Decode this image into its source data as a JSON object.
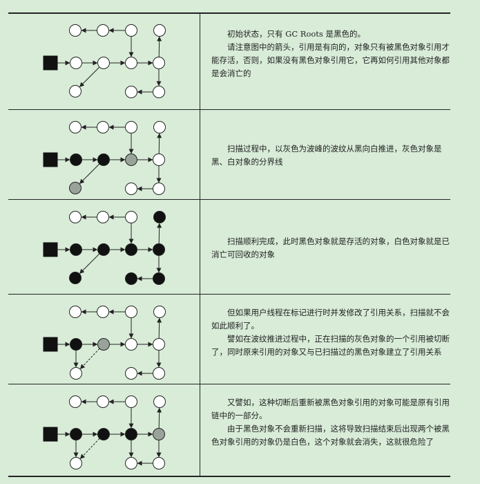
{
  "rows": [
    {
      "paragraphs": [
        "初始状态，只有 GC Roots 是黑色的。",
        "请注意图中的箭头，引用是有向的，对象只有被黑色对象引用才能存活，否则，如果没有黑色对象引用它，它再如何引用其他对象都是会消亡的"
      ]
    },
    {
      "paragraphs": [
        "扫描过程中，以灰色为波峰的波纹从黑向白推进，灰色对象是黑、白对象的分界线"
      ]
    },
    {
      "paragraphs": [
        "扫描顺利完成，此时黑色对象就是存活的对象，白色对象就是已消亡可回收的对象"
      ]
    },
    {
      "paragraphs": [
        "但如果用户线程在标记进行时并发修改了引用关系，扫描就不会如此顺利了。",
        "譬如在波纹推进过程中，正在扫描的灰色对象的一个引用被切断了，同时原来引用的对象又与已扫描过的黑色对象建立了引用关系"
      ]
    },
    {
      "paragraphs": [
        "又譬如，这种切断后重新被黑色对象引用的对象可能是原有引用链中的一部分。",
        "由于黑色对象不会重新扫描，这将导致扫描结束后出现两个被黑色对象引用的对象仍是白色，这个对象就会消失，这就很危险了"
      ]
    }
  ],
  "colors": {
    "black": "#111111",
    "gray": "#9aa39a",
    "white": "#ffffff",
    "background": "#d8ecd8"
  },
  "diagrams": [
    {
      "states": {
        "R": "black",
        "A": "white",
        "B": "white",
        "C": "white",
        "D": "white",
        "E": "white",
        "F": "white",
        "G": "white",
        "H": "white",
        "I": "white",
        "J": "white"
      },
      "edges": [
        [
          "R",
          "A",
          "solid"
        ],
        [
          "A",
          "B",
          "solid"
        ],
        [
          "B",
          "C",
          "solid"
        ],
        [
          "B",
          "F",
          "solid"
        ],
        [
          "C",
          "D",
          "solid"
        ],
        [
          "C",
          "E",
          "solid"
        ],
        [
          "F",
          "G",
          "solid"
        ],
        [
          "G",
          "H",
          "solid"
        ],
        [
          "I",
          "H",
          "solid"
        ],
        [
          "H",
          "J",
          "solid"
        ],
        [
          "J",
          "G",
          "solid"
        ],
        [
          "A",
          "E",
          "solid"
        ]
      ]
    },
    {
      "states": {
        "R": "black",
        "A": "black",
        "B": "black",
        "C": "gray",
        "D": "white",
        "E": "white",
        "F": "gray",
        "G": "white",
        "H": "white",
        "I": "white",
        "J": "white"
      },
      "edges": [
        [
          "R",
          "A",
          "solid"
        ],
        [
          "A",
          "B",
          "solid"
        ],
        [
          "B",
          "C",
          "solid"
        ],
        [
          "B",
          "F",
          "solid"
        ],
        [
          "C",
          "D",
          "solid"
        ],
        [
          "C",
          "E",
          "solid"
        ],
        [
          "F",
          "G",
          "solid"
        ],
        [
          "G",
          "H",
          "solid"
        ],
        [
          "I",
          "H",
          "solid"
        ],
        [
          "H",
          "J",
          "solid"
        ],
        [
          "J",
          "G",
          "solid"
        ],
        [
          "A",
          "E",
          "solid"
        ]
      ]
    },
    {
      "states": {
        "R": "black",
        "A": "black",
        "B": "black",
        "C": "black",
        "D": "white",
        "E": "white",
        "F": "black",
        "G": "black",
        "H": "black",
        "I": "black",
        "J": "black"
      },
      "edges": [
        [
          "R",
          "A",
          "solid"
        ],
        [
          "A",
          "B",
          "solid"
        ],
        [
          "B",
          "C",
          "solid"
        ],
        [
          "B",
          "F",
          "solid"
        ],
        [
          "C",
          "D",
          "solid"
        ],
        [
          "C",
          "E",
          "solid"
        ],
        [
          "F",
          "G",
          "solid"
        ],
        [
          "G",
          "H",
          "solid"
        ],
        [
          "I",
          "H",
          "solid"
        ],
        [
          "H",
          "J",
          "solid"
        ],
        [
          "J",
          "G",
          "solid"
        ],
        [
          "A",
          "E",
          "solid"
        ]
      ]
    },
    {
      "states": {
        "R": "black",
        "A": "black",
        "B": "gray",
        "C": "white",
        "D": "white",
        "E": "white",
        "F": "white",
        "G": "white",
        "H": "white",
        "I": "white",
        "J": "white"
      },
      "edges": [
        [
          "R",
          "A",
          "solid"
        ],
        [
          "A",
          "B",
          "solid"
        ],
        [
          "B",
          "C",
          "solid"
        ],
        [
          "B",
          "F",
          "solid"
        ],
        [
          "C",
          "D",
          "solid"
        ],
        [
          "C",
          "E",
          "solid"
        ],
        [
          "F",
          "G",
          "solid"
        ],
        [
          "G",
          "H",
          "solid"
        ],
        [
          "I",
          "H",
          "solid"
        ],
        [
          "H",
          "J",
          "solid"
        ],
        [
          "J",
          "G",
          "solid"
        ],
        [
          "A",
          "K",
          "solid"
        ],
        [
          "B",
          "K",
          "dashed"
        ]
      ]
    },
    {
      "states": {
        "R": "black",
        "A": "black",
        "B": "black",
        "C": "black",
        "D": "white",
        "E": "white",
        "F": "black",
        "G": "gray",
        "H": "white",
        "I": "white",
        "J": "white"
      },
      "edges": [
        [
          "R",
          "A",
          "solid"
        ],
        [
          "A",
          "B",
          "solid"
        ],
        [
          "B",
          "C",
          "solid"
        ],
        [
          "B",
          "F",
          "solid"
        ],
        [
          "C",
          "D",
          "solid"
        ],
        [
          "C",
          "E",
          "solid"
        ],
        [
          "F",
          "G",
          "solid"
        ],
        [
          "G",
          "H",
          "solid"
        ],
        [
          "I",
          "H",
          "solid"
        ],
        [
          "H",
          "J",
          "solid"
        ],
        [
          "A",
          "K",
          "solid"
        ],
        [
          "B",
          "K",
          "dashed"
        ],
        [
          "F",
          "J",
          "solid"
        ],
        [
          "G",
          "J",
          "dashed"
        ]
      ]
    }
  ]
}
